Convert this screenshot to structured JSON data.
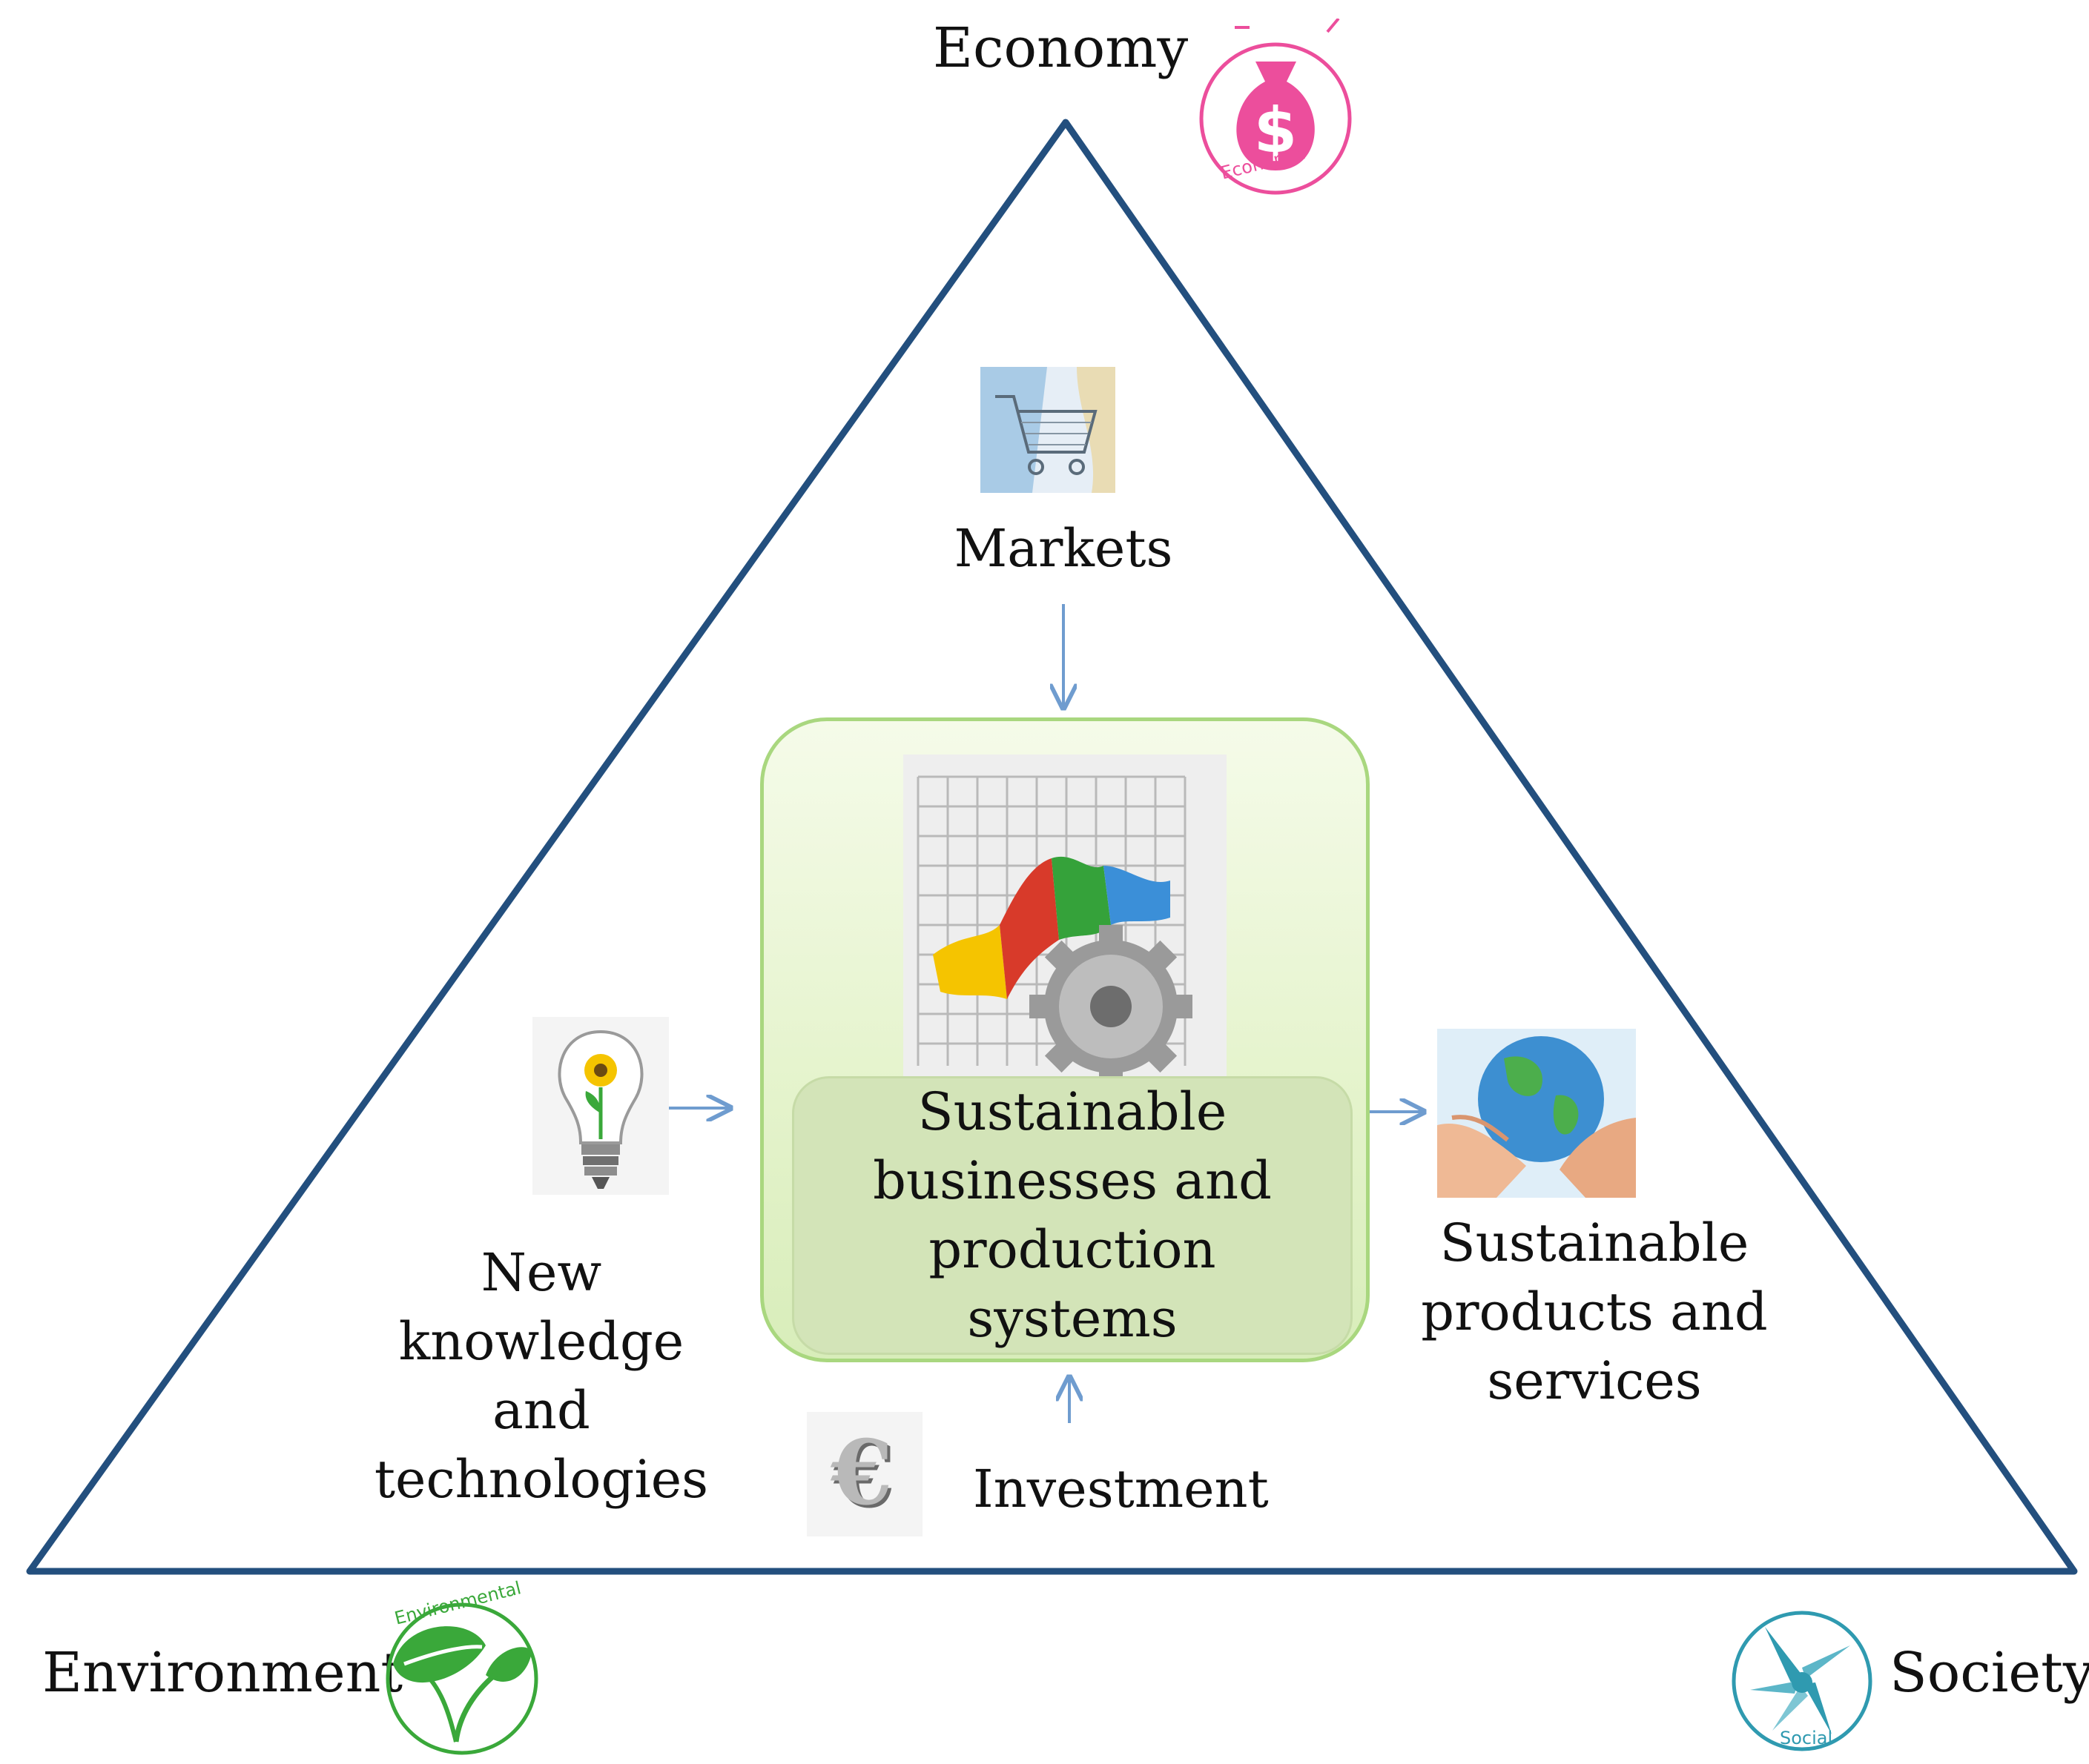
{
  "vertices": {
    "top": "Economy",
    "left": "Environment",
    "right": "Society"
  },
  "badges": {
    "economic": "Economic",
    "environmental": "Environmental",
    "social": "Social"
  },
  "nodes": {
    "markets": "Markets",
    "knowledge": [
      "New",
      "knowledge",
      "and",
      "technologies"
    ],
    "center": [
      "Sustainable",
      "businesses and",
      "production",
      "systems"
    ],
    "products": [
      "Sustainable",
      "products and",
      "services"
    ],
    "investment": "Investment"
  },
  "icons": {
    "economy_badge": "money-bag-icon",
    "environment_badge": "leaf-icon",
    "society_badge": "hands-icon",
    "markets": "shopping-cart-icon",
    "knowledge": "light-bulb-flower-icon",
    "center": "chart-gear-icon",
    "products": "globe-in-hands-icon",
    "investment": "euro-icon"
  },
  "colors": {
    "triangle": "#234f7e",
    "arrow": "#6f9ccf",
    "economic": "#ec4e9c",
    "environmental": "#3aa83a",
    "social": "#2f9ab0",
    "center_box": "#e4f3cb",
    "center_inner": "#d3e4b8"
  }
}
